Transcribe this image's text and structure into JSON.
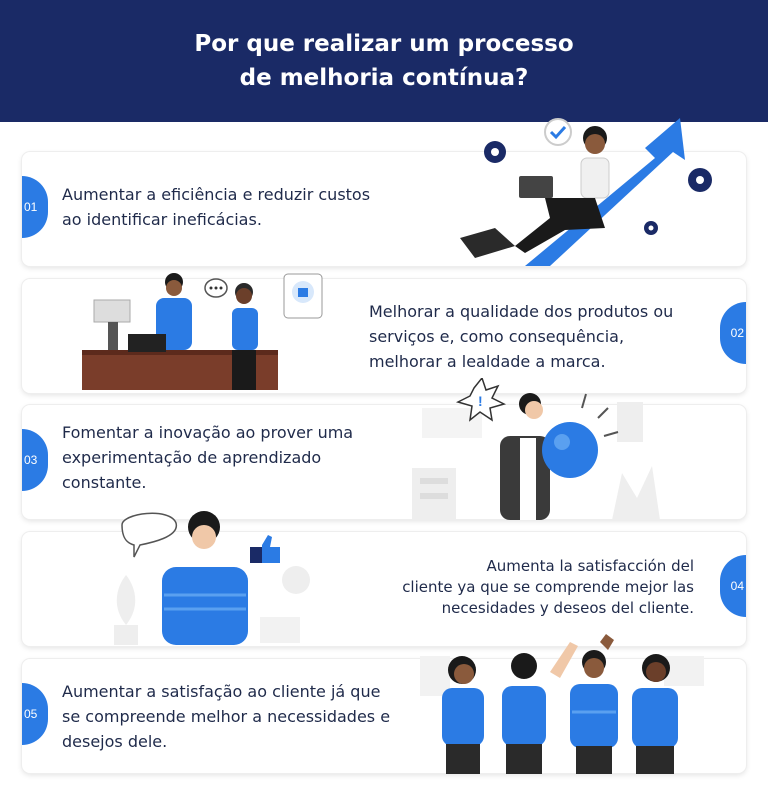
{
  "header": {
    "title_line1": "Por que realizar um processo",
    "title_line2": "de melhoria contínua?"
  },
  "colors": {
    "header_bg": "#1a2a66",
    "accent": "#2b7be4",
    "text": "#1f2a4a"
  },
  "items": [
    {
      "number": "01",
      "lines": [
        "Aumentar a eficiência e reduzir custos",
        "ao identificar ineficácias."
      ],
      "illustration": "man-on-rising-arrow-with-laptop"
    },
    {
      "number": "02",
      "lines": [
        "Melhorar a qualidade dos produtos ou",
        "serviços e, como consequência,",
        "melhorar a lealdade a marca."
      ],
      "illustration": "customer-at-reception-desk"
    },
    {
      "number": "03",
      "lines": [
        "Fomentar a inovação ao prover uma",
        "experimentação de aprendizado",
        "constante."
      ],
      "illustration": "man-holding-lightbulb"
    },
    {
      "number": "04",
      "lines": [
        "Aumenta la satisfacción del",
        "cliente ya que se comprende mejor las",
        "necesidades y deseos del cliente."
      ],
      "illustration": "man-with-thumbs-up"
    },
    {
      "number": "05",
      "lines": [
        "Aumentar a satisfação ao cliente já que",
        "se compreende melhor a necessidades e",
        "desejos dele."
      ],
      "illustration": "team-high-five"
    }
  ]
}
